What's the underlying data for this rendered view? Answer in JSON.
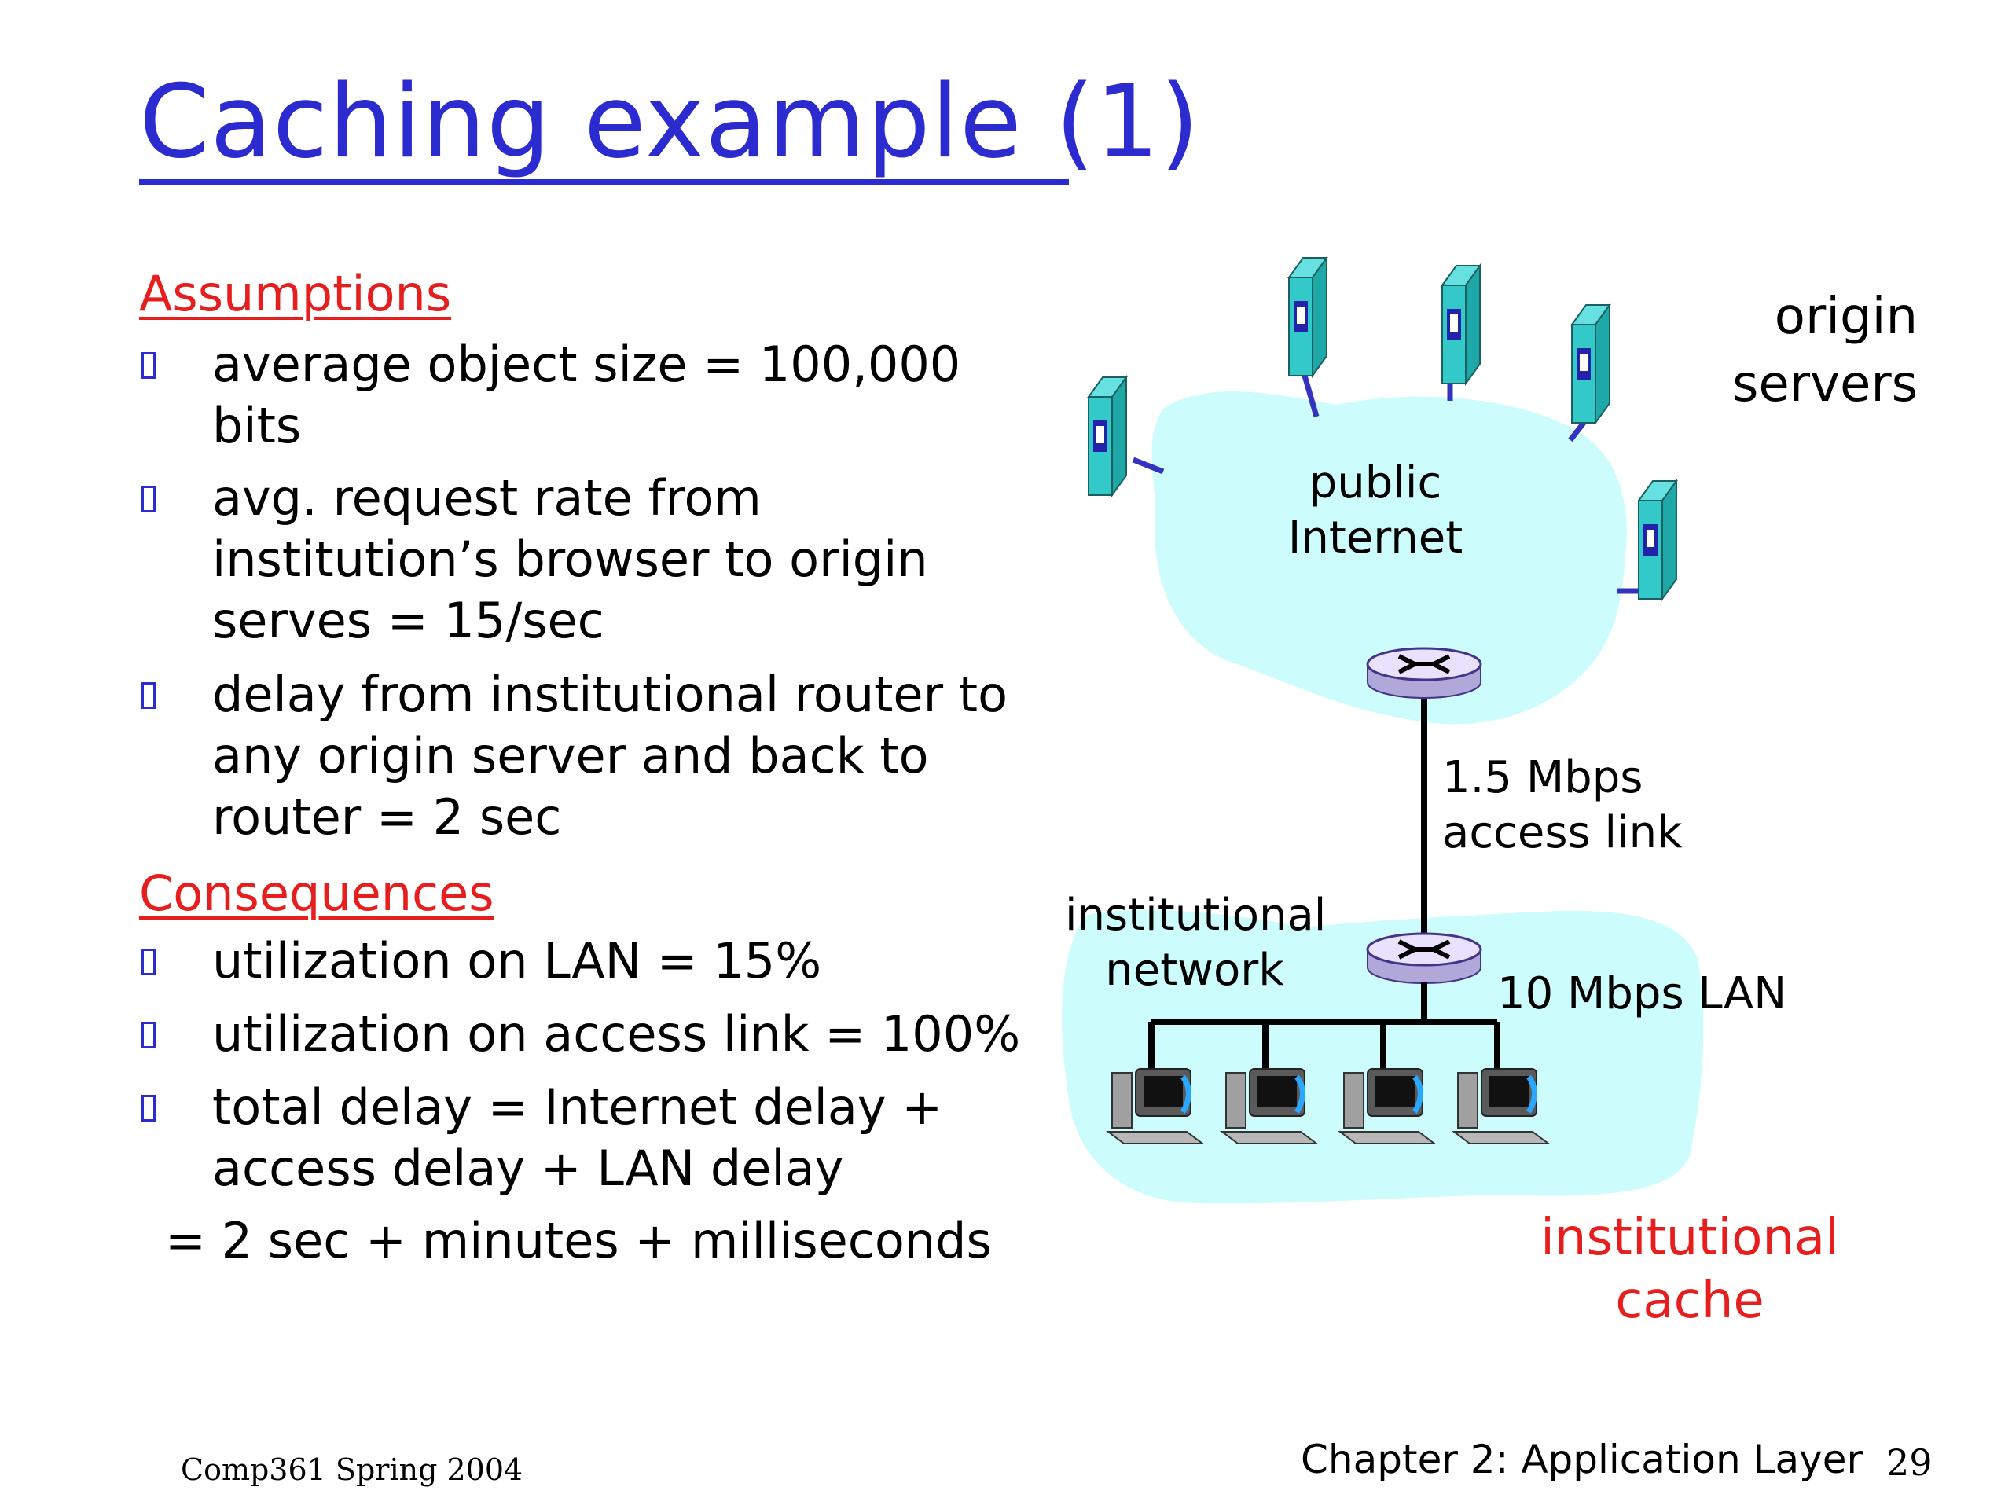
{
  "title": "Caching example (1)",
  "assumptions": {
    "heading": "Assumptions",
    "items": [
      {
        "lines": [
          "average object size = 100,000",
          "bits"
        ]
      },
      {
        "lines": [
          "avg. request rate from",
          "institution’s browser to origin",
          "serves = 15/sec"
        ]
      },
      {
        "lines": [
          "delay from institutional router to",
          "any origin server and back to",
          "router  = 2 sec"
        ]
      }
    ]
  },
  "consequences": {
    "heading": "Consequences",
    "items": [
      {
        "lines": [
          "utilization on LAN = 15%"
        ]
      },
      {
        "lines": [
          "utilization on access link = 100%"
        ]
      },
      {
        "lines": [
          "total delay   = Internet delay +",
          "access delay + LAN delay"
        ]
      }
    ],
    "total_line": "=  2 sec + minutes + milliseconds"
  },
  "diagram": {
    "origin_servers": [
      "origin",
      "servers"
    ],
    "public_internet": [
      "public",
      "Internet"
    ],
    "access_link": [
      "1.5 Mbps",
      "access link"
    ],
    "institutional_network": [
      "institutional",
      "network"
    ],
    "lan": "10 Mbps LAN",
    "institutional_cache": [
      "institutional",
      "cache"
    ],
    "colors": {
      "cloud": "#ccfcfc",
      "server": "#33c9c9",
      "link": "#3333c0",
      "cache_label": "#e61e1e"
    },
    "icons": [
      "server-icon",
      "router-icon",
      "computer-icon"
    ]
  },
  "footer": {
    "course": "Comp361   Spring 2004",
    "chapter": "Chapter 2: Application Layer",
    "page": "29"
  }
}
